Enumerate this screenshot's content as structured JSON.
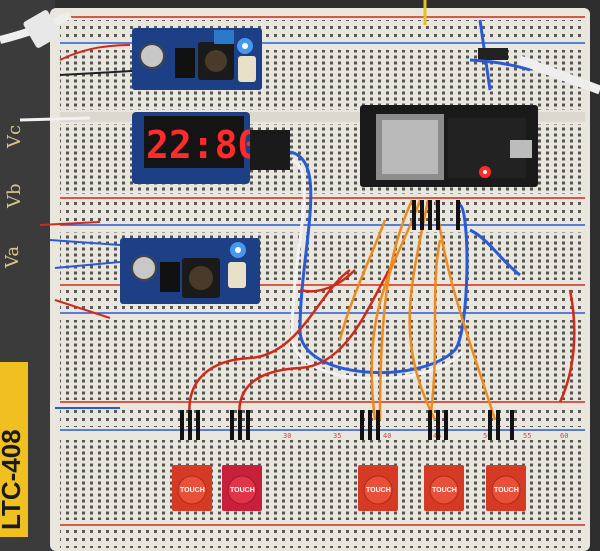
{
  "display": {
    "reading": "22:80"
  },
  "touch_pads": [
    {
      "label": "TOUCH"
    },
    {
      "label": "TOUCH"
    },
    {
      "label": "TOUCH"
    },
    {
      "label": "TOUCH"
    },
    {
      "label": "TOUCH"
    }
  ],
  "rail_labels": [
    "Vc",
    "Vb",
    "Va"
  ],
  "sticker_text": "LTC-408",
  "column_numbers": [
    "30",
    "35",
    "40",
    "45",
    "50",
    "55",
    "60"
  ],
  "colors": {
    "breadboard": "#e9e6de",
    "buck_module": "#1c3f86",
    "esp_board": "#1a1a1a",
    "touch_pad": "#d53a25",
    "wire_orange": "#f08a1c",
    "wire_red": "#d12a1a",
    "wire_blue": "#2a5bd6",
    "led_blue": "#4fa8ff",
    "led_red": "#ff2a2a"
  }
}
